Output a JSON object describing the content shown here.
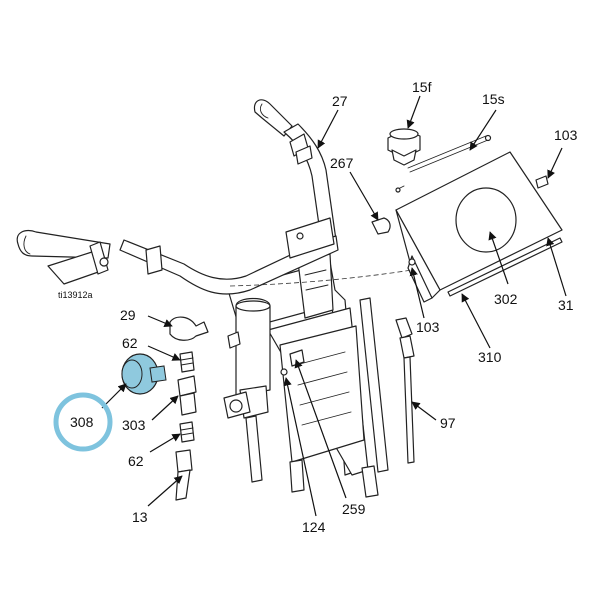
{
  "figure_id": "ti13912a",
  "colors": {
    "highlight_ring": "#7ec3de",
    "highlight_fill": "#8fc9de",
    "line": "#222222"
  },
  "callouts": [
    {
      "key": "c27",
      "label": "27"
    },
    {
      "key": "c15f",
      "label": "15f"
    },
    {
      "key": "c15s",
      "label": "15s"
    },
    {
      "key": "c103a",
      "label": "103"
    },
    {
      "key": "c267",
      "label": "267"
    },
    {
      "key": "c29",
      "label": "29"
    },
    {
      "key": "c62a",
      "label": "62"
    },
    {
      "key": "c308",
      "label": "308",
      "highlighted": true
    },
    {
      "key": "c303",
      "label": "303"
    },
    {
      "key": "c62b",
      "label": "62"
    },
    {
      "key": "c13",
      "label": "13"
    },
    {
      "key": "c103b",
      "label": "103"
    },
    {
      "key": "c302",
      "label": "302"
    },
    {
      "key": "c31",
      "label": "31"
    },
    {
      "key": "c310",
      "label": "310"
    },
    {
      "key": "c97",
      "label": "97"
    },
    {
      "key": "c259",
      "label": "259"
    },
    {
      "key": "c124",
      "label": "124"
    }
  ]
}
